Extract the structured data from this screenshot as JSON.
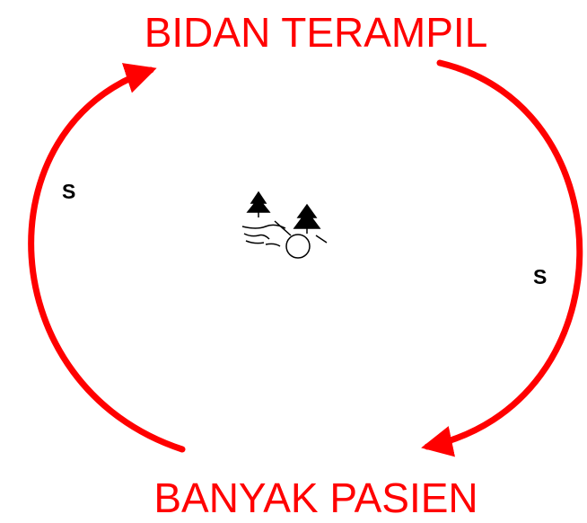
{
  "diagram": {
    "top_label": "BIDAN TERAMPIL",
    "bottom_label": "BANYAK PASIEN",
    "left_marker": "S",
    "right_marker": "S",
    "accent_color": "#ff0000",
    "marker_color": "#000000",
    "center_icon": "hand-with-trees-clipart-icon"
  }
}
